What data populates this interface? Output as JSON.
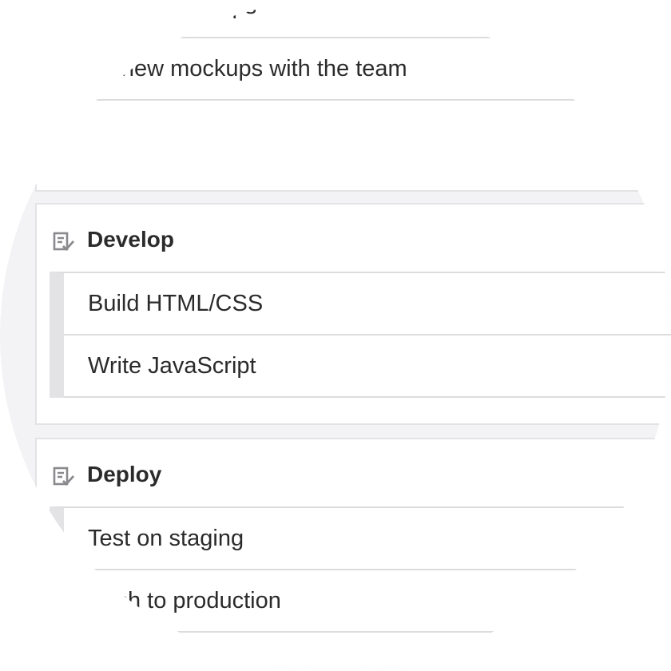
{
  "lists": {
    "top": {
      "tasks": [
        "Create mockups",
        "Review mockups with the team"
      ]
    },
    "develop": {
      "title": "Develop",
      "icon": "checklist-icon",
      "tasks": [
        "Build HTML/CSS",
        "Write JavaScript"
      ]
    },
    "deploy": {
      "title": "Deploy",
      "icon": "checklist-icon",
      "tasks": [
        "Test on staging",
        "Push to production"
      ]
    }
  },
  "colors": {
    "text": "#2b2b2b",
    "icon": "#8a8a8e",
    "border": "#e3e3e6",
    "background": "#f3f3f5"
  }
}
